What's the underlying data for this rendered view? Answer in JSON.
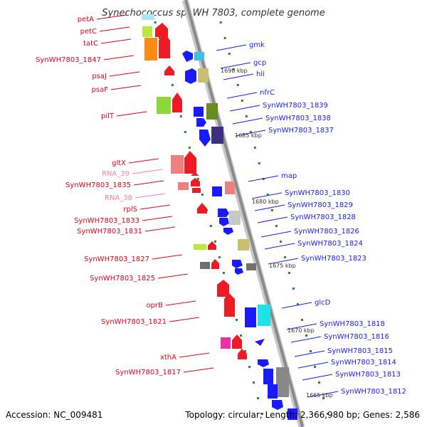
{
  "title": "Synechococcus sp. WH 7803, complete genome",
  "scale_marks": [
    {
      "label": "1690 kbp"
    },
    {
      "label": "1685 kbp"
    },
    {
      "label": "1680 kbp"
    },
    {
      "label": "1675 kbp"
    },
    {
      "label": "1670 kbp"
    },
    {
      "label": "1665 kbp"
    }
  ],
  "left_labels": [
    {
      "text": "petA",
      "color": "#e8001c"
    },
    {
      "text": "petC",
      "color": "#e8001c"
    },
    {
      "text": "tatC",
      "color": "#e8001c"
    },
    {
      "text": "SynWH7803_1847",
      "color": "#e8001c"
    },
    {
      "text": "psaJ",
      "color": "#e8001c"
    },
    {
      "text": "psaF",
      "color": "#e8001c"
    },
    {
      "text": "pilT",
      "color": "#e8001c"
    },
    {
      "text": "gltX",
      "color": "#e8001c"
    },
    {
      "text": "RNA_39",
      "color": "#ff80a0"
    },
    {
      "text": "SynWH7803_1835",
      "color": "#e8001c"
    },
    {
      "text": "RNA_38",
      "color": "#ff80a0"
    },
    {
      "text": "rplS",
      "color": "#e8001c"
    },
    {
      "text": "SynWH7803_1833",
      "color": "#e8001c"
    },
    {
      "text": "SynWH7803_1831",
      "color": "#e8001c"
    },
    {
      "text": "SynWH7803_1827",
      "color": "#e8001c"
    },
    {
      "text": "SynWH7803_1825",
      "color": "#e8001c"
    },
    {
      "text": "oprB",
      "color": "#e8001c"
    },
    {
      "text": "SynWH7803_1821",
      "color": "#e8001c"
    },
    {
      "text": "xthA",
      "color": "#e8001c"
    },
    {
      "text": "SynWH7803_1817",
      "color": "#e8001c"
    }
  ],
  "right_labels": [
    {
      "text": "gmk",
      "color": "#1a1aff"
    },
    {
      "text": "gcp",
      "color": "#1a1aff"
    },
    {
      "text": "hli",
      "color": "#1a1aff"
    },
    {
      "text": "nfrC",
      "color": "#1a1aff"
    },
    {
      "text": "SynWH7803_1839",
      "color": "#1a1aff"
    },
    {
      "text": "SynWH7803_1838",
      "color": "#1a1aff"
    },
    {
      "text": "SynWH7803_1837",
      "color": "#1a1aff"
    },
    {
      "text": "map",
      "color": "#1a1aff"
    },
    {
      "text": "SynWH7803_1830",
      "color": "#1a1aff"
    },
    {
      "text": "SynWH7803_1829",
      "color": "#1a1aff"
    },
    {
      "text": "SynWH7803_1828",
      "color": "#1a1aff"
    },
    {
      "text": "SynWH7803_1826",
      "color": "#1a1aff"
    },
    {
      "text": "SynWH7803_1824",
      "color": "#1a1aff"
    },
    {
      "text": "SynWH7803_1823",
      "color": "#1a1aff"
    },
    {
      "text": "glcD",
      "color": "#1a1aff"
    },
    {
      "text": "SynWH7803_1818",
      "color": "#1a1aff"
    },
    {
      "text": "SynWH7803_1816",
      "color": "#1a1aff"
    },
    {
      "text": "SynWH7803_1815",
      "color": "#1a1aff"
    },
    {
      "text": "SynWH7803_1814",
      "color": "#1a1aff"
    },
    {
      "text": "SynWH7803_1813",
      "color": "#1a1aff"
    },
    {
      "text": "SynWH7803_1812",
      "color": "#1a1aff"
    }
  ],
  "footer": {
    "accession": "Accession: NC_009481",
    "summary": "Topology: circular; Length: 2,366,980 bp; Genes: 2,586"
  },
  "colors": {
    "forward_strand": "#e8001c",
    "reverse_strand": "#1a1aff",
    "rna": "#ff80a0",
    "axis": "#999999",
    "tick": "#2a8a2a"
  }
}
